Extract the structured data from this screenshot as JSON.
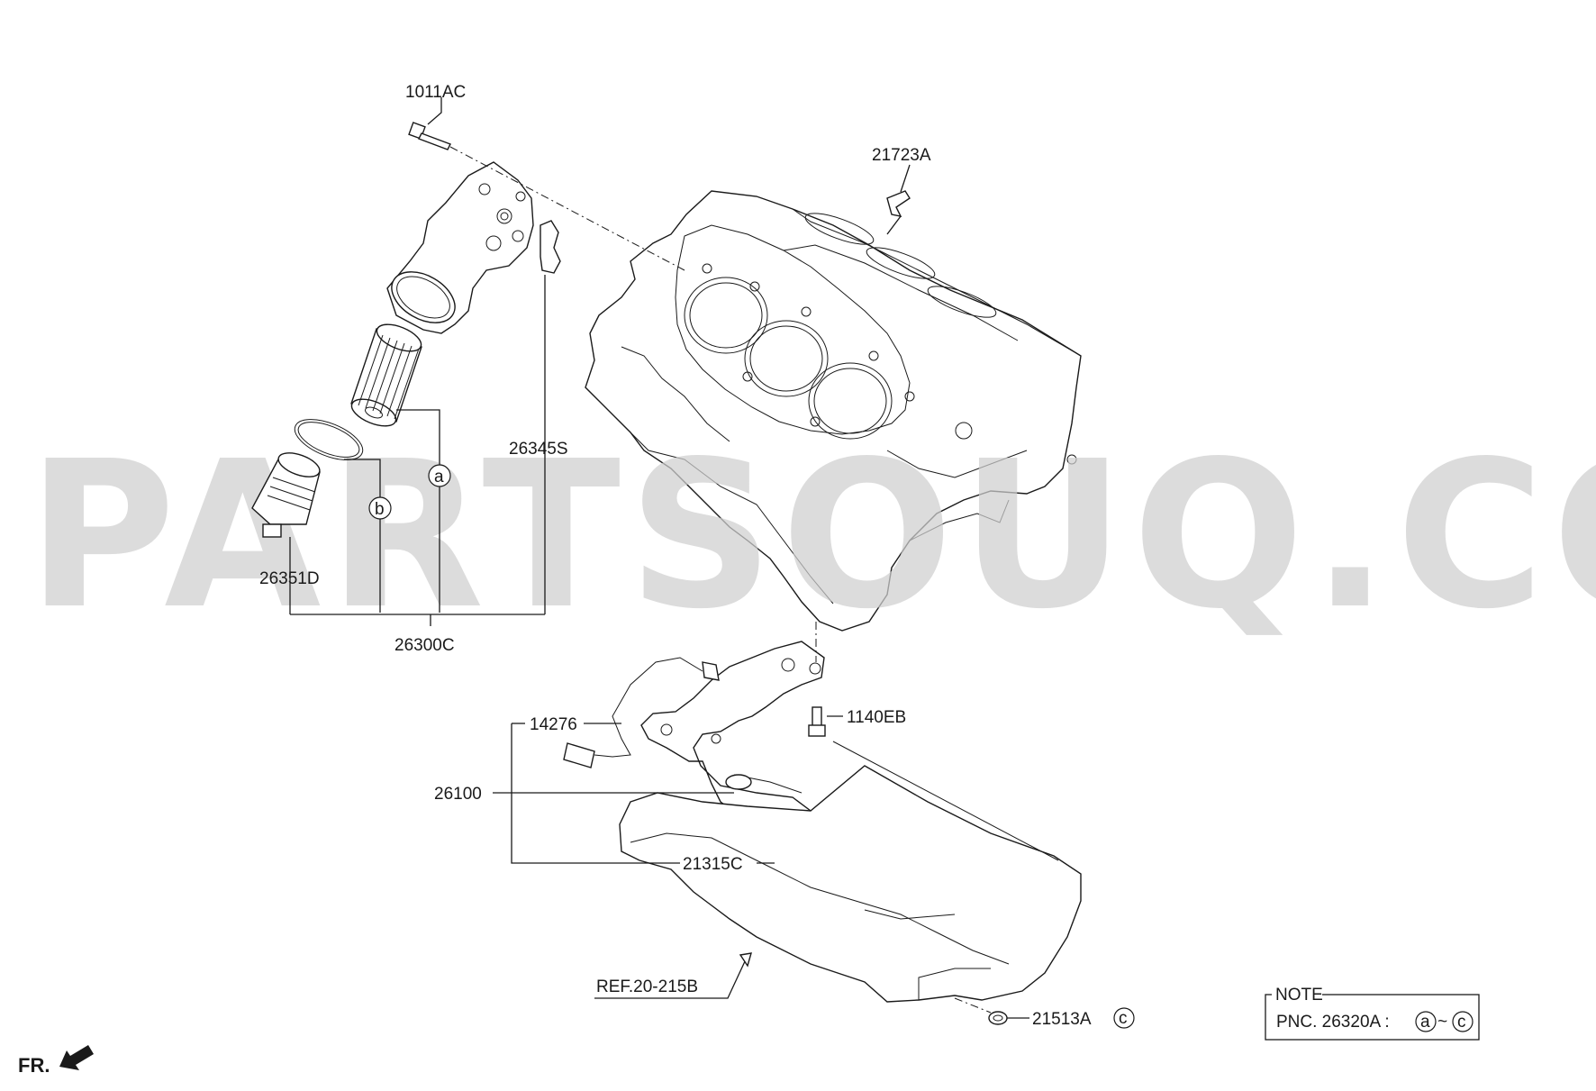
{
  "watermark": "PARTSOUQ.COM",
  "labels": {
    "bolt_top": "1011AC",
    "clip": "21723A",
    "gasket": "26345S",
    "callout_a": "a",
    "callout_b": "b",
    "cap": "26351D",
    "filter_assy": "26300C",
    "sensor": "14276",
    "bolt_pump": "1140EB",
    "oil_pump": "26100",
    "valve": "21315C",
    "ref": "REF.20-215B",
    "drain_plug": "21513A",
    "callout_c": "c"
  },
  "note": {
    "title": "NOTE",
    "pnc": "PNC. 26320A :",
    "from": "a",
    "tilde": "~",
    "to": "c"
  },
  "front": "FR."
}
